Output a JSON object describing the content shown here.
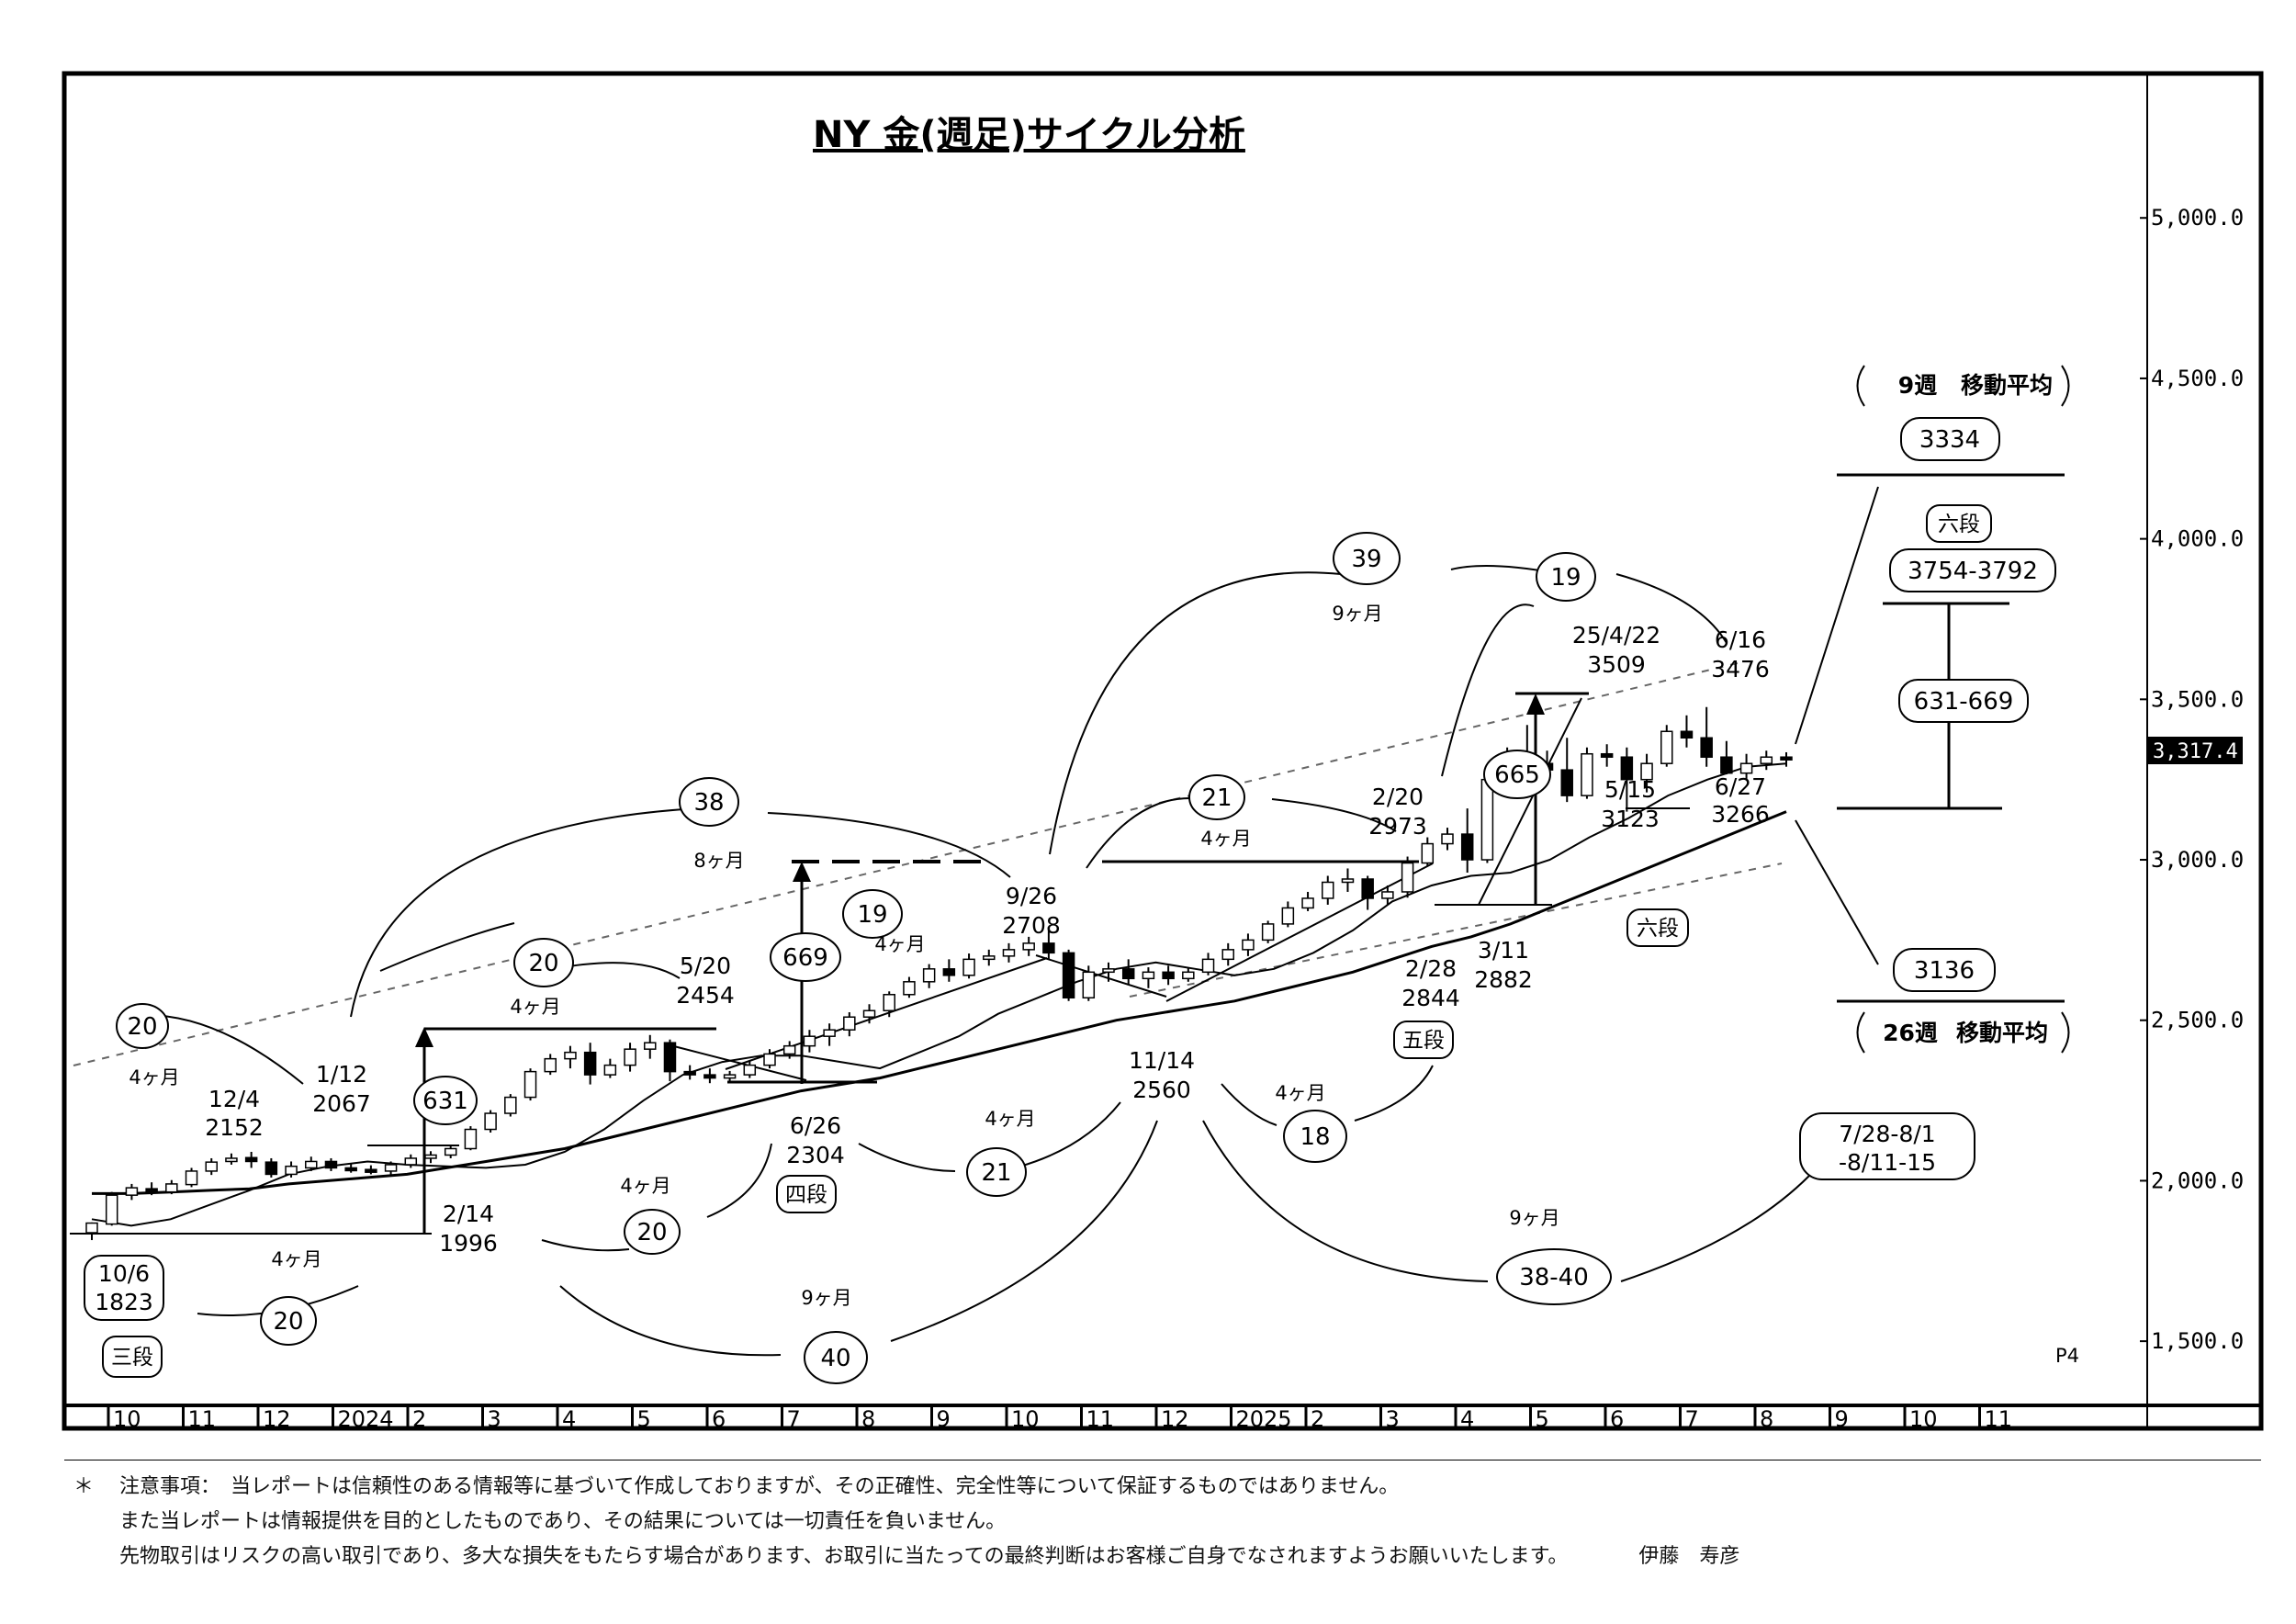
{
  "chart_data": {
    "type": "candlestick",
    "title": "NY 金(週足)サイクル分析",
    "y_ticks": [
      "5,000.0",
      "4,500.0",
      "4,000.0",
      "3,500.0",
      "3,000.0",
      "2,500.0",
      "2,000.0",
      "1,500.0"
    ],
    "y_tick_values": [
      5000,
      4500,
      4000,
      3500,
      3000,
      2500,
      2000,
      1500
    ],
    "ylim": [
      1300,
      5450
    ],
    "last_price": "3,317.4",
    "last_price_value": 3317.4,
    "x_ticks": [
      "10",
      "11",
      "12",
      "2024",
      "2",
      "3",
      "4",
      "5",
      "6",
      "7",
      "8",
      "9",
      "10",
      "11",
      "12",
      "2025",
      "2",
      "3",
      "4",
      "5",
      "6",
      "7",
      "8",
      "9",
      "10",
      "11"
    ],
    "page_number": "P4",
    "series": [
      {
        "name": "9週 移動平均",
        "label_parts": [
          "9週",
          "移動平均"
        ],
        "forecast_label": "3334",
        "values": [
          1880,
          1860,
          1880,
          1925,
          1970,
          2020,
          2045,
          2060,
          2050,
          2045,
          2040,
          2050,
          2090,
          2160,
          2250,
          2330,
          2370,
          2390,
          2390,
          2370,
          2350,
          2400,
          2450,
          2520,
          2570,
          2620,
          2660,
          2680,
          2660,
          2640,
          2660,
          2710,
          2780,
          2870,
          2920,
          2950,
          2960,
          3000,
          3070,
          3130,
          3200,
          3250,
          3290,
          3300
        ]
      },
      {
        "name": "26週 移動平均",
        "label_parts": [
          "26週",
          "移動平均"
        ],
        "forecast_label": "3136",
        "values": [
          1960,
          1960,
          1965,
          1970,
          1975,
          1990,
          2000,
          2010,
          2020,
          2040,
          2060,
          2080,
          2100,
          2130,
          2160,
          2190,
          2220,
          2250,
          2280,
          2300,
          2320,
          2350,
          2380,
          2410,
          2440,
          2470,
          2500,
          2520,
          2540,
          2560,
          2590,
          2620,
          2650,
          2690,
          2730,
          2760,
          2800,
          2850,
          2900,
          2950,
          3000,
          3050,
          3100,
          3150
        ]
      }
    ],
    "candles": [
      [
        1838,
        1868,
        1815,
        1870
      ],
      [
        1865,
        1955,
        1860,
        1965
      ],
      [
        1955,
        1978,
        1940,
        1990
      ],
      [
        1975,
        1965,
        1955,
        1995
      ],
      [
        1965,
        1990,
        1958,
        2002
      ],
      [
        1988,
        2030,
        1980,
        2040
      ],
      [
        2030,
        2058,
        2018,
        2070
      ],
      [
        2060,
        2070,
        2050,
        2085
      ],
      [
        2072,
        2060,
        2040,
        2090
      ],
      [
        2058,
        2020,
        2010,
        2070
      ],
      [
        2020,
        2045,
        2010,
        2060
      ],
      [
        2040,
        2060,
        2030,
        2075
      ],
      [
        2060,
        2040,
        2030,
        2070
      ],
      [
        2040,
        2035,
        2025,
        2052
      ],
      [
        2035,
        2030,
        2020,
        2048
      ],
      [
        2030,
        2050,
        2018,
        2060
      ],
      [
        2050,
        2070,
        2040,
        2082
      ],
      [
        2070,
        2080,
        2055,
        2092
      ],
      [
        2080,
        2100,
        2070,
        2112
      ],
      [
        2100,
        2160,
        2095,
        2170
      ],
      [
        2160,
        2210,
        2150,
        2220
      ],
      [
        2210,
        2260,
        2200,
        2270
      ],
      [
        2260,
        2340,
        2250,
        2350
      ],
      [
        2340,
        2380,
        2330,
        2395
      ],
      [
        2380,
        2400,
        2350,
        2420
      ],
      [
        2400,
        2330,
        2300,
        2430
      ],
      [
        2330,
        2360,
        2320,
        2380
      ],
      [
        2360,
        2410,
        2340,
        2430
      ],
      [
        2410,
        2430,
        2380,
        2454
      ],
      [
        2430,
        2340,
        2310,
        2440
      ],
      [
        2340,
        2330,
        2315,
        2360
      ],
      [
        2330,
        2320,
        2304,
        2350
      ],
      [
        2320,
        2330,
        2305,
        2342
      ],
      [
        2330,
        2360,
        2320,
        2375
      ],
      [
        2360,
        2395,
        2350,
        2410
      ],
      [
        2395,
        2420,
        2380,
        2435
      ],
      [
        2420,
        2450,
        2400,
        2470
      ],
      [
        2450,
        2470,
        2420,
        2490
      ],
      [
        2470,
        2510,
        2450,
        2525
      ],
      [
        2510,
        2530,
        2490,
        2550
      ],
      [
        2530,
        2580,
        2510,
        2590
      ],
      [
        2580,
        2620,
        2570,
        2635
      ],
      [
        2620,
        2660,
        2600,
        2675
      ],
      [
        2660,
        2640,
        2620,
        2690
      ],
      [
        2640,
        2690,
        2630,
        2708
      ],
      [
        2690,
        2700,
        2670,
        2720
      ],
      [
        2700,
        2720,
        2680,
        2740
      ],
      [
        2720,
        2740,
        2700,
        2760
      ],
      [
        2740,
        2710,
        2690,
        2790
      ],
      [
        2710,
        2570,
        2560,
        2720
      ],
      [
        2570,
        2650,
        2560,
        2670
      ],
      [
        2650,
        2660,
        2620,
        2680
      ],
      [
        2660,
        2630,
        2610,
        2690
      ],
      [
        2630,
        2650,
        2600,
        2665
      ],
      [
        2650,
        2630,
        2610,
        2670
      ],
      [
        2630,
        2650,
        2620,
        2665
      ],
      [
        2650,
        2690,
        2640,
        2710
      ],
      [
        2690,
        2720,
        2670,
        2740
      ],
      [
        2720,
        2750,
        2700,
        2770
      ],
      [
        2750,
        2800,
        2740,
        2810
      ],
      [
        2800,
        2850,
        2790,
        2870
      ],
      [
        2850,
        2880,
        2840,
        2900
      ],
      [
        2880,
        2930,
        2860,
        2950
      ],
      [
        2930,
        2940,
        2900,
        2973
      ],
      [
        2940,
        2880,
        2844,
        2950
      ],
      [
        2880,
        2900,
        2860,
        2920
      ],
      [
        2900,
        2990,
        2882,
        3010
      ],
      [
        2990,
        3050,
        2980,
        3070
      ],
      [
        3050,
        3080,
        3030,
        3100
      ],
      [
        3080,
        3000,
        2960,
        3160
      ],
      [
        3000,
        3250,
        2990,
        3260
      ],
      [
        3250,
        3320,
        3240,
        3350
      ],
      [
        3320,
        3300,
        3280,
        3420
      ],
      [
        3300,
        3280,
        3240,
        3340
      ],
      [
        3280,
        3200,
        3180,
        3380
      ],
      [
        3200,
        3330,
        3190,
        3350
      ],
      [
        3330,
        3320,
        3290,
        3360
      ],
      [
        3320,
        3250,
        3150,
        3350
      ],
      [
        3250,
        3300,
        3210,
        3330
      ],
      [
        3300,
        3400,
        3290,
        3420
      ],
      [
        3400,
        3380,
        3350,
        3450
      ],
      [
        3380,
        3320,
        3290,
        3476
      ],
      [
        3320,
        3270,
        3266,
        3370
      ],
      [
        3270,
        3300,
        3250,
        3330
      ],
      [
        3300,
        3320,
        3280,
        3340
      ],
      [
        3320,
        3317,
        3290,
        3335
      ]
    ],
    "annotations": {
      "circled": [
        {
          "id": "c20a",
          "text": "20"
        },
        {
          "id": "c20b",
          "text": "20"
        },
        {
          "id": "c20c",
          "text": "20"
        },
        {
          "id": "c20d",
          "text": "20"
        },
        {
          "id": "c38",
          "text": "38"
        },
        {
          "id": "c19a",
          "text": "19"
        },
        {
          "id": "c21a",
          "text": "21"
        },
        {
          "id": "c21b",
          "text": "21"
        },
        {
          "id": "c39",
          "text": "39"
        },
        {
          "id": "c19b",
          "text": "19"
        },
        {
          "id": "c18",
          "text": "18"
        },
        {
          "id": "c40",
          "text": "40"
        },
        {
          "id": "c3840",
          "text": "38-40"
        },
        {
          "id": "c669",
          "text": "669"
        },
        {
          "id": "c631",
          "text": "631"
        },
        {
          "id": "c665",
          "text": "665"
        }
      ],
      "points": [
        {
          "id": "p106",
          "date": "10/6",
          "value": "1823"
        },
        {
          "id": "p124",
          "date": "12/4",
          "value": "2152"
        },
        {
          "id": "p112",
          "date": "1/12",
          "value": "2067"
        },
        {
          "id": "p214",
          "date": "2/14",
          "value": "1996"
        },
        {
          "id": "p520",
          "date": "5/20",
          "value": "2454"
        },
        {
          "id": "p626",
          "date": "6/26",
          "value": "2304"
        },
        {
          "id": "p926",
          "date": "9/26",
          "value": "2708"
        },
        {
          "id": "p1114",
          "date": "11/14",
          "value": "2560"
        },
        {
          "id": "p220",
          "date": "2/20",
          "value": "2973"
        },
        {
          "id": "p228",
          "date": "2/28",
          "value": "2844"
        },
        {
          "id": "p311",
          "date": "3/11",
          "value": "2882"
        },
        {
          "id": "p422",
          "date": "25/4/22",
          "value": "3509"
        },
        {
          "id": "p515",
          "date": "5/15",
          "value": "3123"
        },
        {
          "id": "p616",
          "date": "6/16",
          "value": "3476"
        },
        {
          "id": "p627",
          "date": "6/27",
          "value": "3266"
        }
      ],
      "months": [
        {
          "id": "m1",
          "text": "4ヶ月"
        },
        {
          "id": "m2",
          "text": "4ヶ月"
        },
        {
          "id": "m3",
          "text": "4ヶ月"
        },
        {
          "id": "m4",
          "text": "4ヶ月"
        },
        {
          "id": "m5",
          "text": "4ヶ月"
        },
        {
          "id": "m6",
          "text": "4ヶ月"
        },
        {
          "id": "m7",
          "text": "4ヶ月"
        },
        {
          "id": "m8",
          "text": "4ヶ月"
        },
        {
          "id": "m9",
          "text": "8ヶ月"
        },
        {
          "id": "m10",
          "text": "9ヶ月"
        },
        {
          "id": "m11",
          "text": "9ヶ月"
        },
        {
          "id": "m12",
          "text": "9ヶ月"
        }
      ],
      "stages": [
        {
          "id": "s3",
          "text": "三段"
        },
        {
          "id": "s4",
          "text": "四段"
        },
        {
          "id": "s5",
          "text": "五段"
        },
        {
          "id": "s6",
          "text": "六段"
        },
        {
          "id": "s6b",
          "text": "六段"
        }
      ],
      "boxes": [
        {
          "id": "b3754",
          "text": "3754-3792"
        },
        {
          "id": "b631",
          "text": "631-669"
        }
      ],
      "forecast": [
        "7/28-8/1",
        "-8/11-15"
      ]
    }
  },
  "disclaimer": {
    "mark": "＊",
    "line1": "注意事項：　当レポートは信頼性のある情報等に基づいて作成しておりますが、その正確性、完全性等について保証するものではありません。",
    "line2": "また当レポートは情報提供を目的としたものであり、その結果については一切責任を負いません。",
    "line3": "先物取引はリスクの高い取引であり、多大な損失をもたらす場合があります、お取引に当たっての最終判断はお客様ご自身でなされますようお願いいたします。",
    "author": "伊藤　寿彦"
  }
}
